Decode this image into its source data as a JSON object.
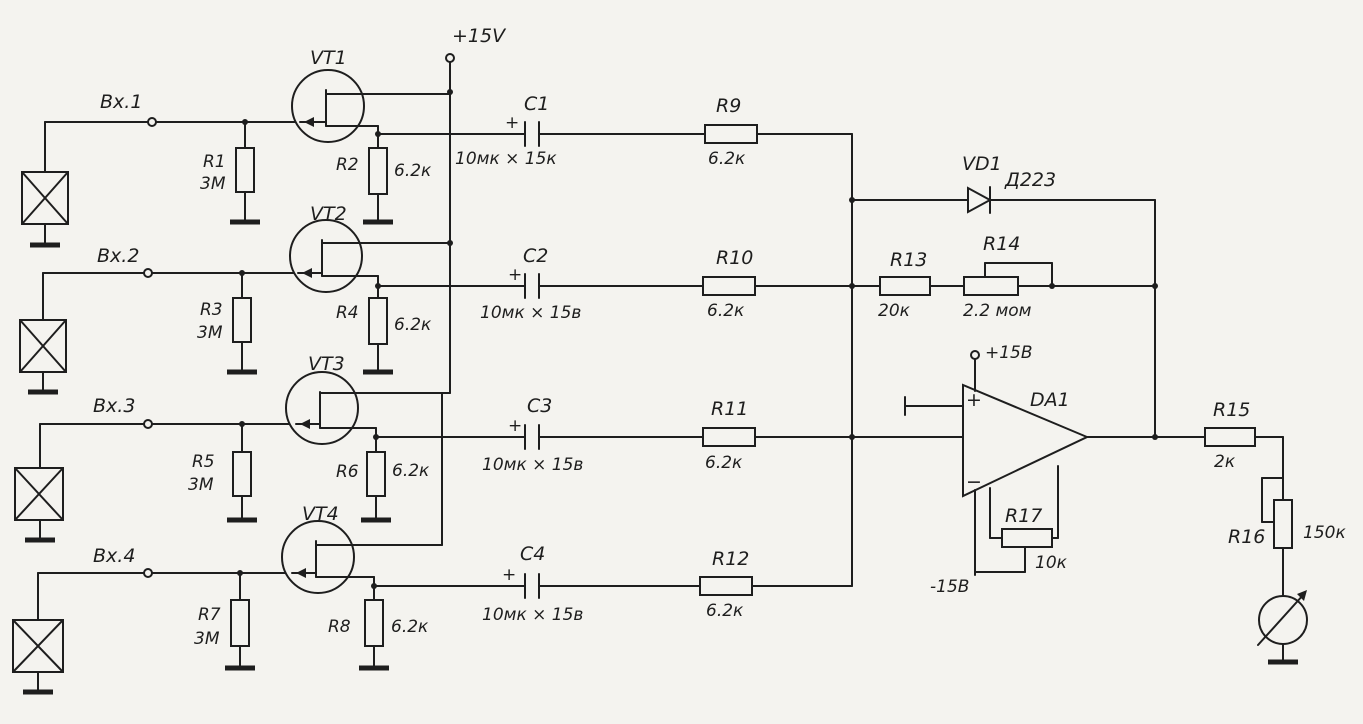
{
  "supply": {
    "top": "+15V",
    "opamp_pos": "+15В",
    "opamp_neg": "-15В"
  },
  "inputs": [
    {
      "label": "Вх.1",
      "r_name": "R1",
      "r_value": "3М",
      "t_name": "VT1",
      "rs_name": "R2",
      "rs_value": "6.2к",
      "c_name": "C1",
      "c_value": "10мк × 15к",
      "rf_name": "R9",
      "rf_value": "6.2к"
    },
    {
      "label": "Вх.2",
      "r_name": "R3",
      "r_value": "3М",
      "t_name": "VT2",
      "rs_name": "R4",
      "rs_value": "6.2к",
      "c_name": "C2",
      "c_value": "10мк × 15в",
      "rf_name": "R10",
      "rf_value": "6.2к"
    },
    {
      "label": "Вх.3",
      "r_name": "R5",
      "r_value": "3М",
      "t_name": "VT3",
      "rs_name": "R6",
      "rs_value": "6.2к",
      "c_name": "C3",
      "c_value": "10мк × 15в",
      "rf_name": "R11",
      "rf_value": "6.2к"
    },
    {
      "label": "Вх.4",
      "r_name": "R7",
      "r_value": "3М",
      "t_name": "VT4",
      "rs_name": "R8",
      "rs_value": "6.2к",
      "c_name": "C4",
      "c_value": "10мк × 15в",
      "rf_name": "R12",
      "rf_value": "6.2к"
    }
  ],
  "diode": {
    "name": "VD1",
    "value": "Д223"
  },
  "feedback": {
    "r13_name": "R13",
    "r13_value": "20к",
    "r14_name": "R14",
    "r14_value": "2.2 мом"
  },
  "opamp": {
    "name": "DA1",
    "plus": "+",
    "minus": "−"
  },
  "balance": {
    "r17_name": "R17",
    "r17_value": "10к"
  },
  "output": {
    "r15_name": "R15",
    "r15_value": "2к",
    "r16_name": "R16",
    "r16_value": "150к"
  }
}
